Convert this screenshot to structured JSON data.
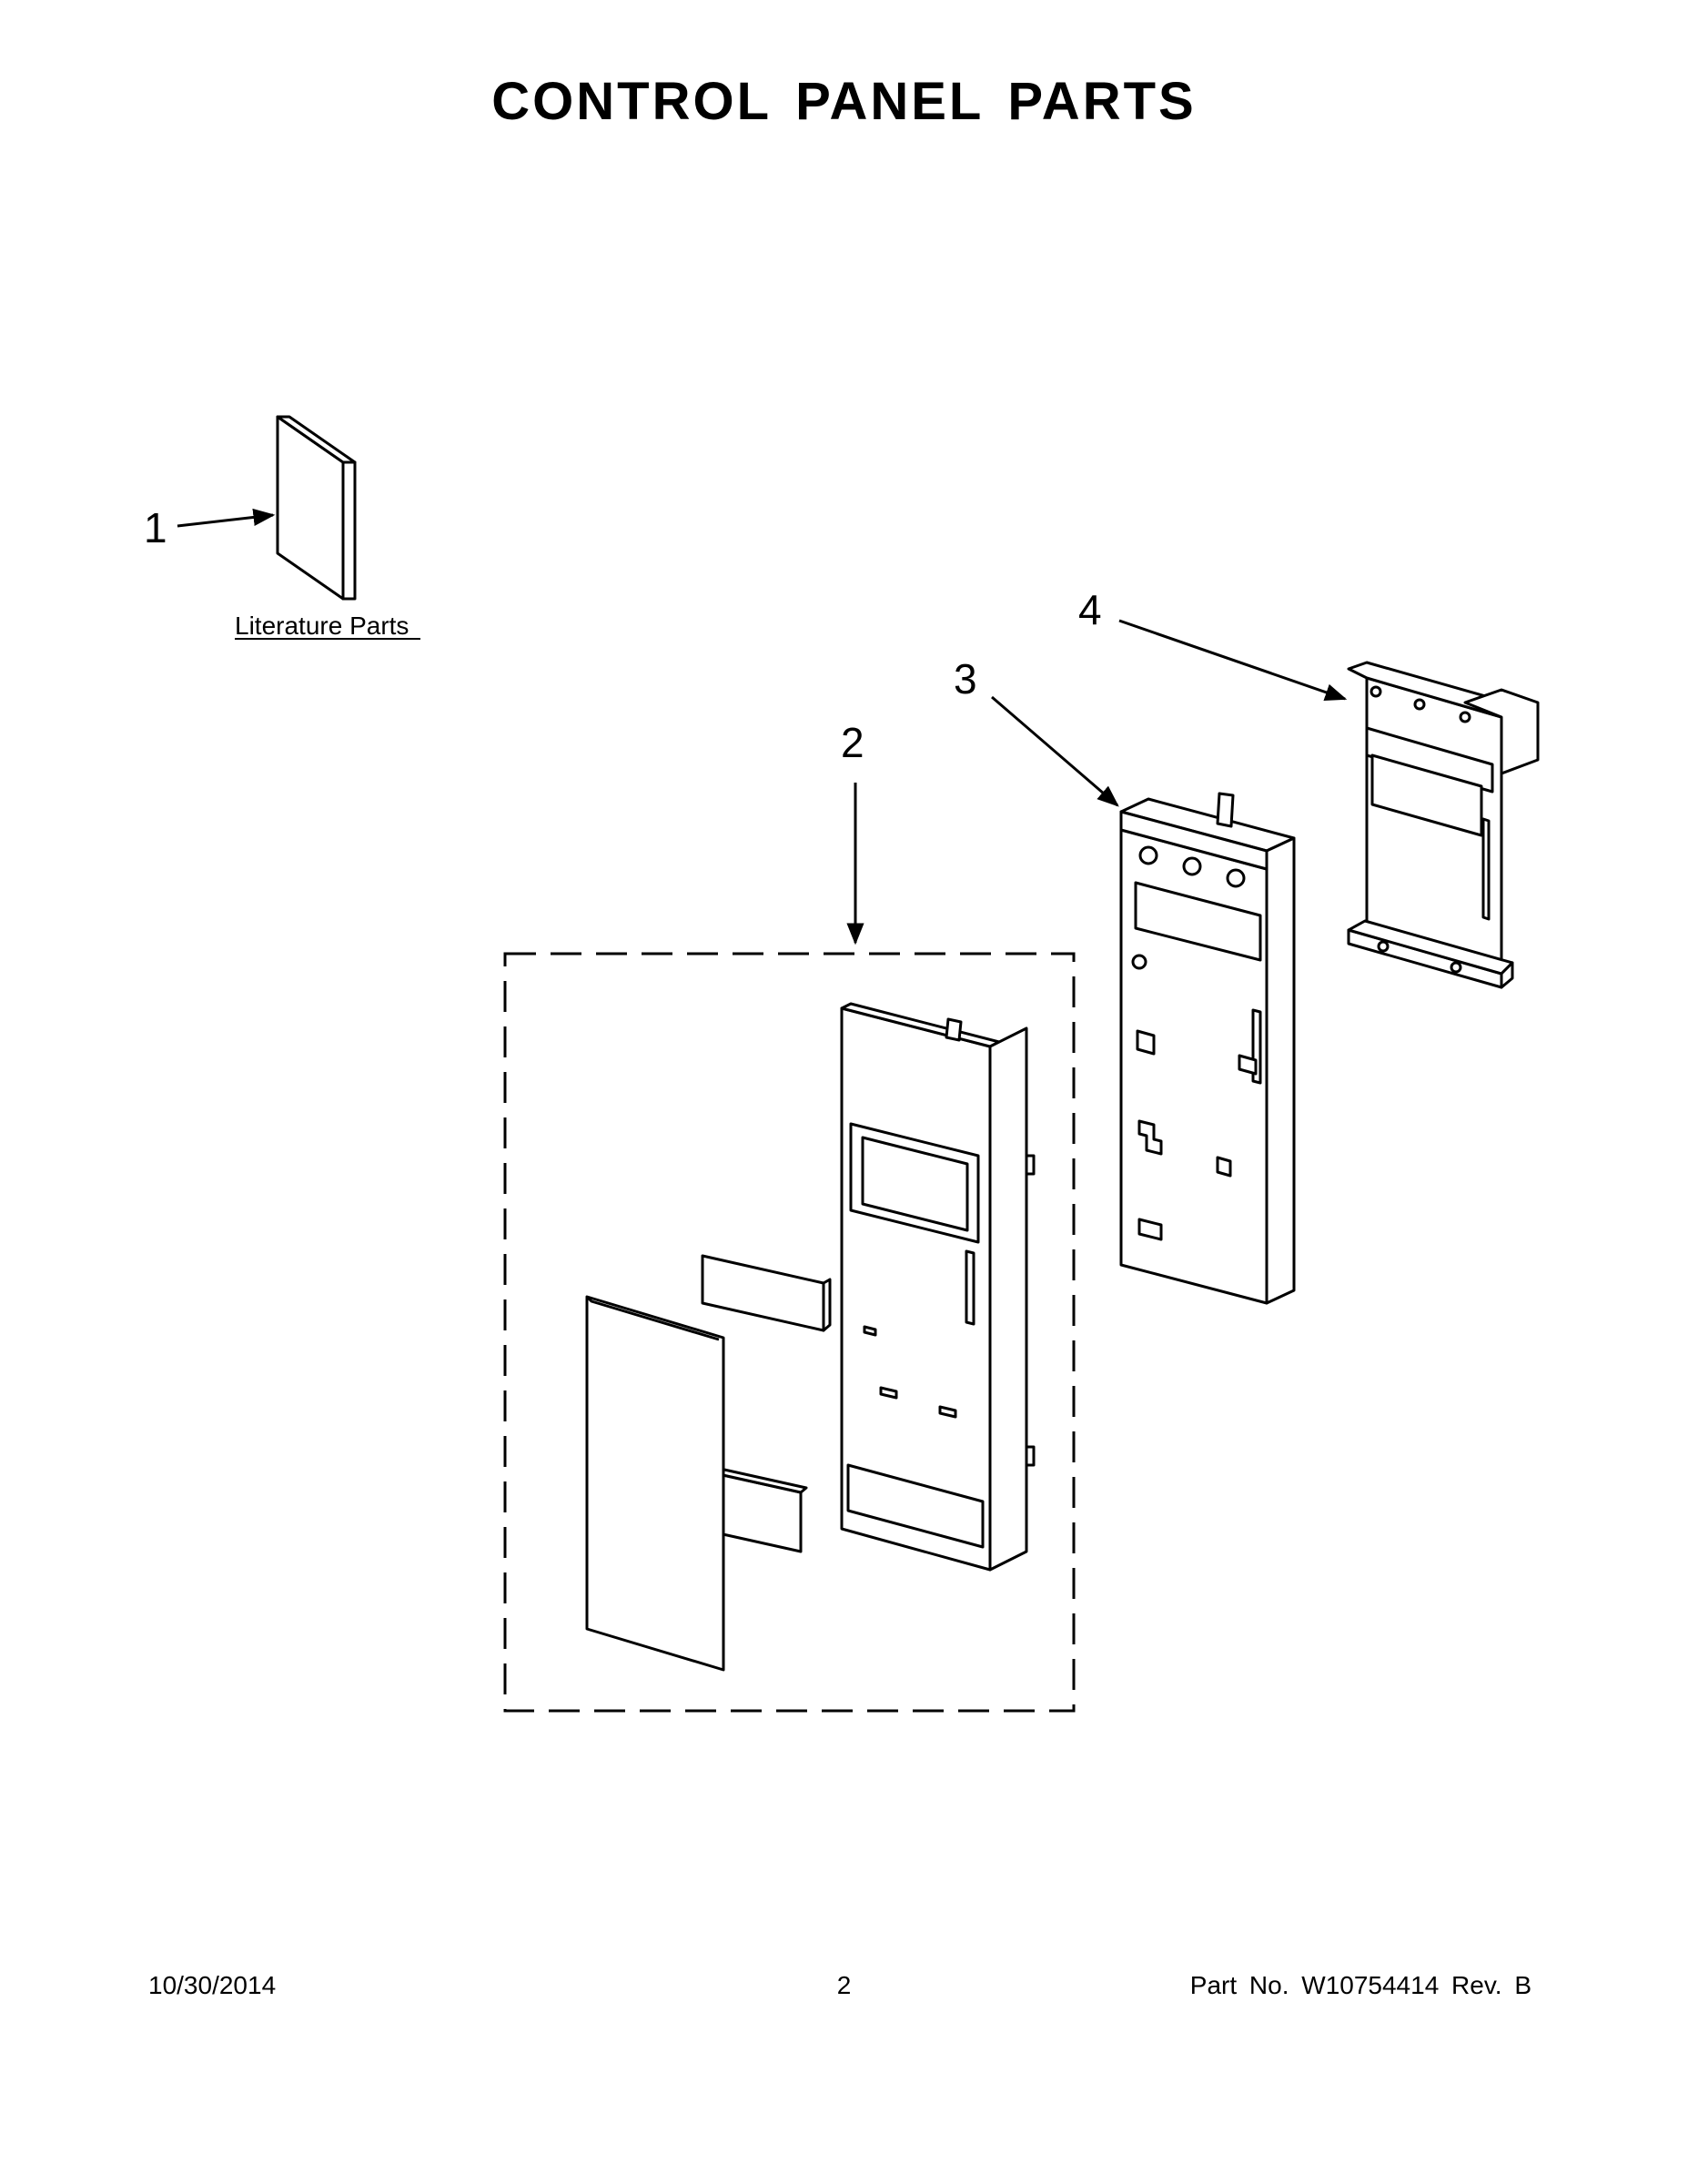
{
  "title": "CONTROL PANEL PARTS",
  "parts": [
    {
      "number": "1",
      "label": "Literature Parts"
    },
    {
      "number": "2"
    },
    {
      "number": "3"
    },
    {
      "number": "4"
    }
  ],
  "footer": {
    "date": "10/30/2014",
    "page": "2",
    "part_info": "Part No.  W10754414  Rev.  B"
  }
}
